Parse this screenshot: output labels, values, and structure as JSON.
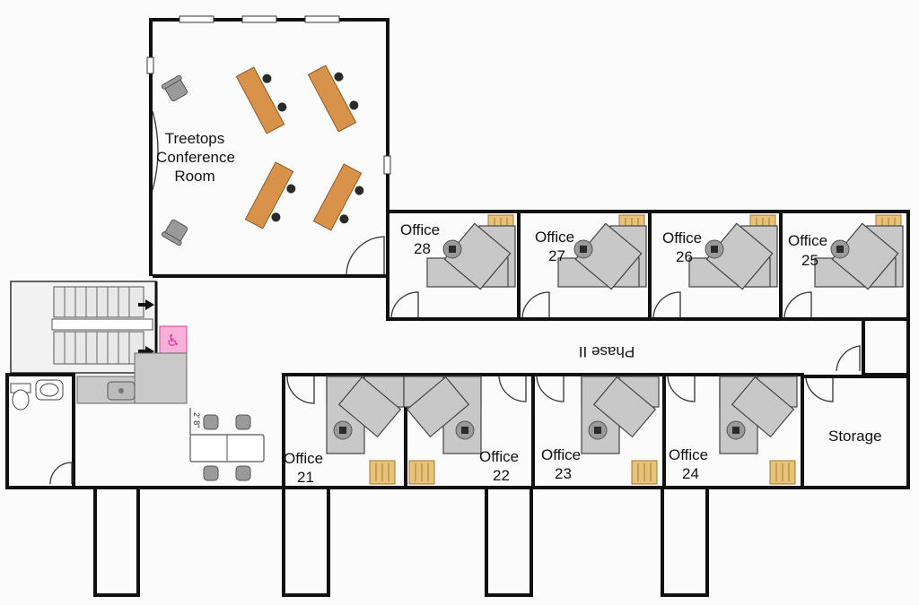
{
  "rooms": {
    "conference": {
      "line1": "Treetops",
      "line2": "Conference",
      "line3": "Room"
    },
    "office28": {
      "line1": "Office",
      "line2": "28"
    },
    "office27": {
      "line1": "Office",
      "line2": "27"
    },
    "office26": {
      "line1": "Office",
      "line2": "26"
    },
    "office25": {
      "line1": "Office",
      "line2": "25"
    },
    "office21": {
      "line1": "Office",
      "line2": "21"
    },
    "office22": {
      "line1": "Office",
      "line2": "22"
    },
    "office23": {
      "line1": "Office",
      "line2": "23"
    },
    "office24": {
      "line1": "Office",
      "line2": "24"
    },
    "storage": {
      "label": "Storage"
    }
  },
  "corridor": {
    "label": "Phase II"
  },
  "dimension": {
    "label": "2' 8\""
  },
  "colors": {
    "wall": "#111111",
    "desk": "#c8c8c8",
    "table_wood": "#d9924a",
    "shelf": "#e9c27a",
    "accessible_sign": "#e23a9a"
  }
}
